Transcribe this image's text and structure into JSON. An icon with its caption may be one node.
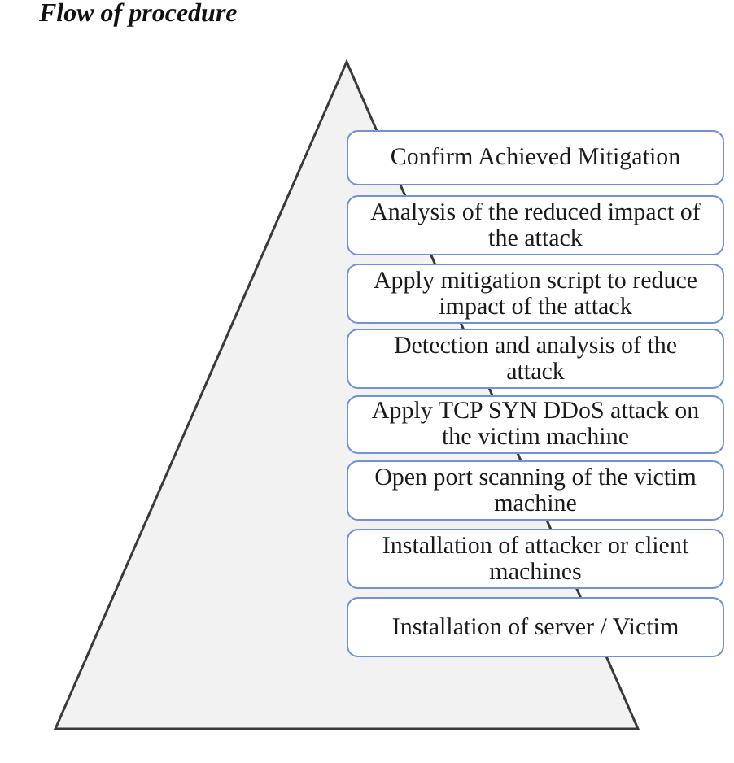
{
  "diagram": {
    "title": "Flow of procedure",
    "nodes": [
      {
        "text": [
          "Confirm Achieved Mitigation"
        ]
      },
      {
        "text": [
          "Analysis of the reduced impact of the attack"
        ]
      },
      {
        "text": [
          "Apply mitigation script to reduce impact of the attack"
        ]
      },
      {
        "text": [
          "Detection and analysis of the attack"
        ]
      },
      {
        "text": [
          "Apply TCP SYN DDoS attack on the victim machine"
        ]
      },
      {
        "text": [
          "Open port scanning of the victim machine"
        ]
      },
      {
        "text": [
          "Installation of attacker or client machines"
        ]
      },
      {
        "text": [
          "Installation of server / Victim"
        ]
      }
    ]
  }
}
